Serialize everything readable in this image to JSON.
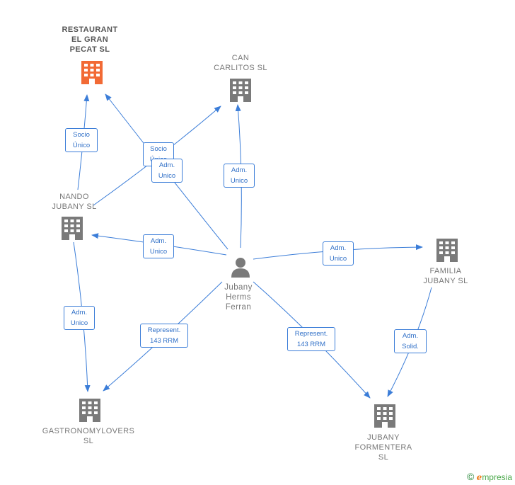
{
  "colors": {
    "edge": "#3b7dd8",
    "company": "#7a7a7a",
    "main_company": "#f26a35",
    "person": "#7a7a7a"
  },
  "nodes": {
    "restaurant": {
      "label": "RESTAURANT\nEL GRAN\nPECAT  SL",
      "icon": "building-icon"
    },
    "can_carlitos": {
      "label": "CAN\nCARLITOS  SL",
      "icon": "building-icon"
    },
    "nando": {
      "label": "NANDO\nJUBANY  SL",
      "icon": "building-icon"
    },
    "familia": {
      "label": "FAMILIA\nJUBANY  SL",
      "icon": "building-icon"
    },
    "gastronomy": {
      "label": "GASTRONOMYLOVERS\nSL",
      "icon": "building-icon"
    },
    "formentera": {
      "label": "JUBANY\nFORMENTERA\nSL",
      "icon": "building-icon"
    },
    "person": {
      "label": "Jubany\nHerms\nFerran",
      "icon": "person-icon"
    }
  },
  "edges": {
    "nando_restaurant": "Socio\nÚnico",
    "nando_carlitos": "Socio\nÚnico",
    "person_restaurant": "Adm.\nUnico",
    "person_carlitos": "Adm.\nUnico",
    "person_nando": "Adm.\nUnico",
    "person_familia": "Adm.\nUnico",
    "nando_gastronomy": "Adm.\nUnico",
    "person_gastronomy": "Represent.\n143 RRM",
    "person_formentera": "Represent.\n143 RRM",
    "familia_formentera": "Adm.\nSolid."
  },
  "brand": {
    "copyright": "©",
    "initial": "e",
    "name": "mpresia"
  }
}
